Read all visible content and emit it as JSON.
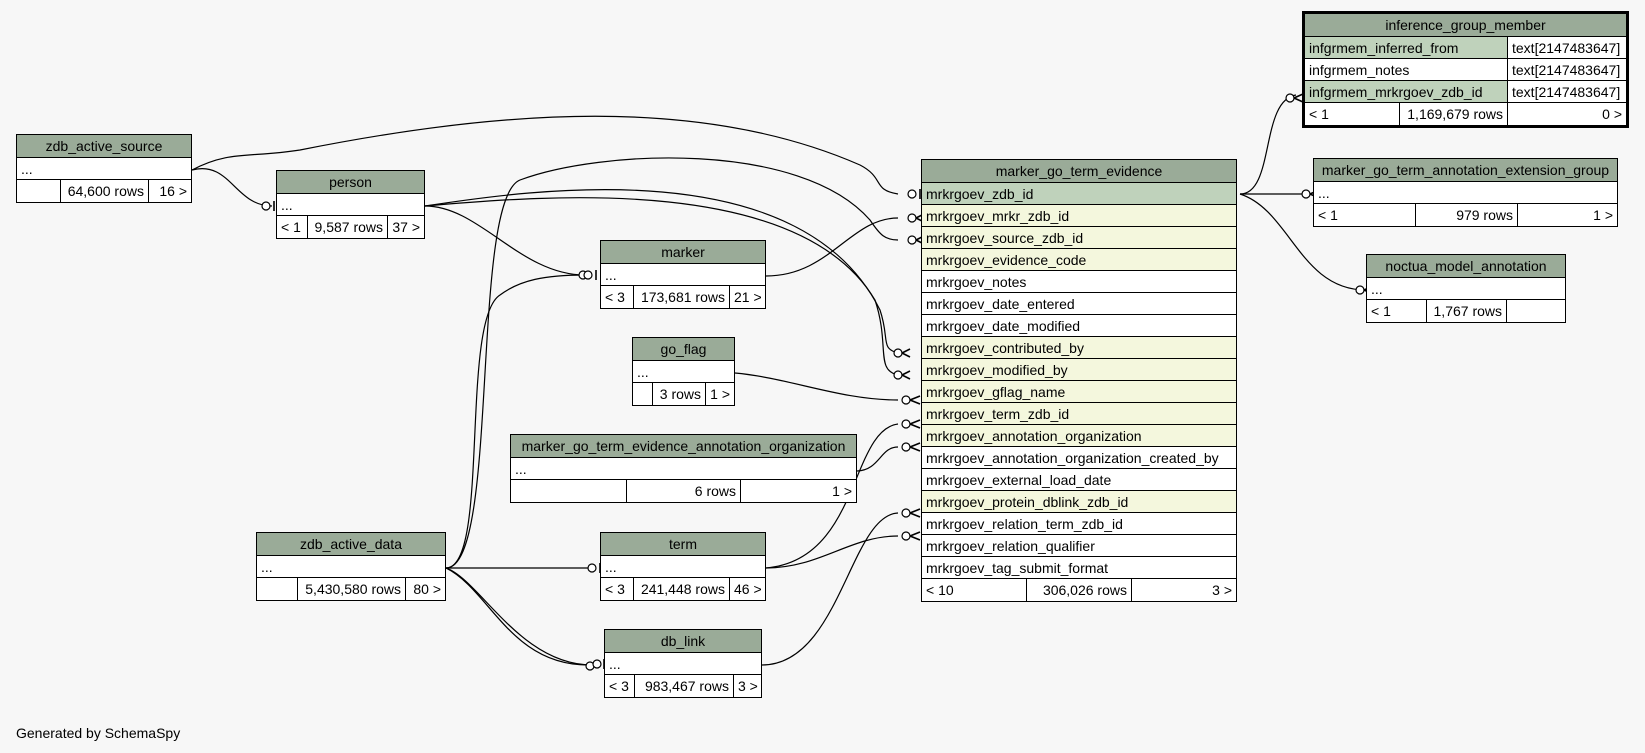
{
  "footer": "Generated by SchemaSpy",
  "tables": {
    "zdb_active_source": {
      "title": "zdb_active_source",
      "rows": [
        "..."
      ],
      "stats": [
        "",
        "64,600 rows",
        "16 >"
      ]
    },
    "person": {
      "title": "person",
      "rows": [
        "..."
      ],
      "stats": [
        "< 1",
        "9,587 rows",
        "37 >"
      ]
    },
    "marker": {
      "title": "marker",
      "rows": [
        "..."
      ],
      "stats": [
        "< 3",
        "173,681 rows",
        "21 >"
      ]
    },
    "go_flag": {
      "title": "go_flag",
      "rows": [
        "..."
      ],
      "stats": [
        "",
        "3 rows",
        "1 >"
      ]
    },
    "mgtea_org": {
      "title": "marker_go_term_evidence_annotation_organization",
      "rows": [
        "..."
      ],
      "stats": [
        "",
        "6 rows",
        "1 >"
      ]
    },
    "zdb_active_data": {
      "title": "zdb_active_data",
      "rows": [
        "..."
      ],
      "stats": [
        "",
        "5,430,580 rows",
        "80 >"
      ]
    },
    "term": {
      "title": "term",
      "rows": [
        "..."
      ],
      "stats": [
        "< 3",
        "241,448 rows",
        "46 >"
      ]
    },
    "db_link": {
      "title": "db_link",
      "rows": [
        "..."
      ],
      "stats": [
        "< 3",
        "983,467 rows",
        "3 >"
      ]
    },
    "mgte": {
      "title": "marker_go_term_evidence",
      "rows": [
        "mrkrgoev_zdb_id",
        "mrkrgoev_mrkr_zdb_id",
        "mrkrgoev_source_zdb_id",
        "mrkrgoev_evidence_code",
        "mrkrgoev_notes",
        "mrkrgoev_date_entered",
        "mrkrgoev_date_modified",
        "mrkrgoev_contributed_by",
        "mrkrgoev_modified_by",
        "mrkrgoev_gflag_name",
        "mrkrgoev_term_zdb_id",
        "mrkrgoev_annotation_organization",
        "mrkrgoev_annotation_organization_created_by",
        "mrkrgoev_external_load_date",
        "mrkrgoev_protein_dblink_zdb_id",
        "mrkrgoev_relation_term_zdb_id",
        "mrkrgoev_relation_qualifier",
        "mrkrgoev_tag_submit_format"
      ],
      "stats": [
        "< 10",
        "306,026 rows",
        "3 >"
      ]
    },
    "igm": {
      "title": "inference_group_member",
      "rows": [
        {
          "name": "infgrmem_inferred_from",
          "type": "text[2147483647]"
        },
        {
          "name": "infgrmem_notes",
          "type": "text[2147483647]"
        },
        {
          "name": "infgrmem_mrkrgoev_zdb_id",
          "type": "text[2147483647]"
        }
      ],
      "stats": [
        "< 1",
        "1,169,679 rows",
        "0 >"
      ]
    },
    "mgtaeg": {
      "title": "marker_go_term_annotation_extension_group",
      "rows": [
        "..."
      ],
      "stats": [
        "< 1",
        "979 rows",
        "1 >"
      ]
    },
    "nma": {
      "title": "noctua_model_annotation",
      "rows": [
        "..."
      ],
      "stats": [
        "< 1",
        "1,767 rows",
        ""
      ]
    }
  }
}
